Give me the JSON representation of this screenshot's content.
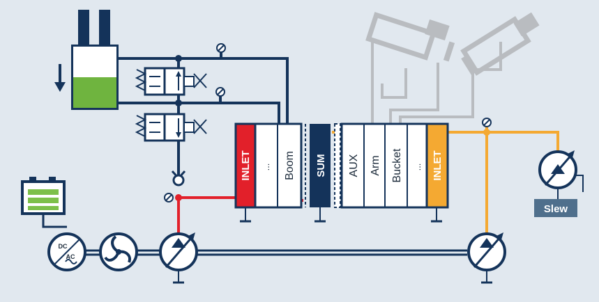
{
  "diagram": {
    "valve_block_left": {
      "inlet": "INLET",
      "spool_dots": "...",
      "boom": "Boom"
    },
    "summation": "SUM",
    "valve_block_right": {
      "aux": "AUX",
      "arm": "Arm",
      "bucket": "Bucket",
      "spool_dots": "...",
      "inlet": "INLET"
    },
    "slew_label": "Slew",
    "converter": {
      "dc": "DC",
      "ac": "AC"
    },
    "colors": {
      "background": "#e1e8ef",
      "navy": "#14335a",
      "red": "#e2202a",
      "orange": "#f4a932",
      "gray": "#b9bcc0",
      "green": "#6fb43f",
      "battery_green": "#7dc04a",
      "slew_box": "#4f6f8c"
    }
  }
}
